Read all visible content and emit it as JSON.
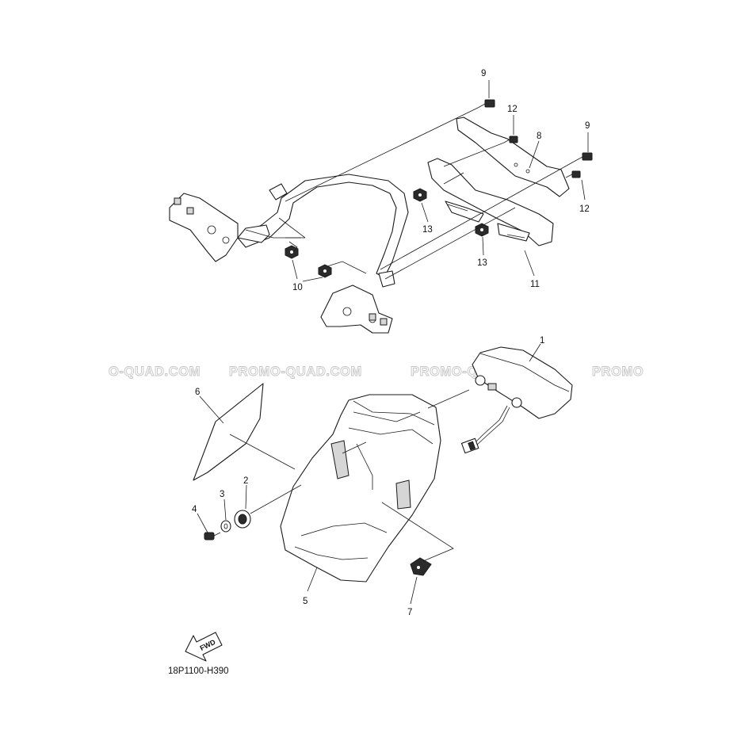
{
  "watermark": {
    "segments": [
      "O-QUAD.COM",
      "PROMO-QUAD.COM",
      "PROMO-QUAD.COM",
      "PROMO"
    ]
  },
  "callouts": {
    "c1": "1",
    "c2": "2",
    "c3": "3",
    "c4": "4",
    "c5": "5",
    "c6": "6",
    "c7": "7",
    "c8": "8",
    "c9a": "9",
    "c9b": "9",
    "c10": "10",
    "c11": "11",
    "c12a": "12",
    "c12b": "12",
    "c13a": "13",
    "c13b": "13"
  },
  "fwd_label": "FWD",
  "diagram_code": "18P1100-H390"
}
